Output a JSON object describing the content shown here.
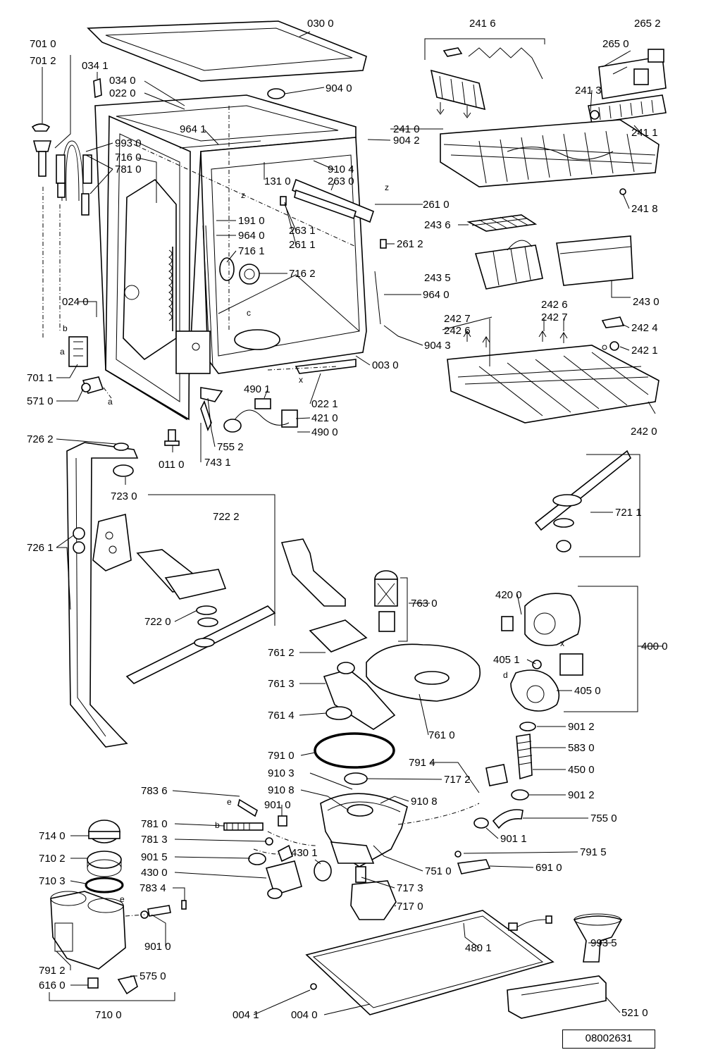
{
  "labels": {
    "l030_0": "030 0",
    "l241_6": "241 6",
    "l265_2": "265 2",
    "l265_0": "265 0",
    "l701_0": "701 0",
    "l701_2": "701 2",
    "l034_1": "034 1",
    "l034_0": "034 0",
    "l022_0": "022 0",
    "l904_0": "904 0",
    "l241_3": "241 3",
    "l241_0": "241 0",
    "l904_2": "904 2",
    "l964_1": "964 1",
    "l993_0": "993 0",
    "l716_0": "716 0",
    "l781_0a": "781 0",
    "l910_4": "910 4",
    "l263_0": "263 0",
    "l131_0": "131 0",
    "l241_1": "241 1",
    "l261_0": "261 0",
    "l241_8": "241 8",
    "l243_6": "243 6",
    "l191_0": "191 0",
    "l263_1": "263 1",
    "l964_0a": "964 0",
    "l261_1": "261 1",
    "l261_2": "261 2",
    "l716_1": "716 1",
    "l716_2": "716 2",
    "l243_5": "243 5",
    "l964_0b": "964 0",
    "l243_0": "243 0",
    "l024_0": "024 0",
    "l242_6a": "242 6",
    "l242_7a": "242 7",
    "l242_7b": "242 7",
    "l242_6b": "242 6",
    "l242_4": "242 4",
    "l904_3": "904 3",
    "l242_1": "242 1",
    "l701_1": "701 1",
    "l003_0": "003 0",
    "l571_0": "571 0",
    "l490_1": "490 1",
    "l022_1": "022 1",
    "l421_0": "421 0",
    "l490_0": "490 0",
    "l242_0": "242 0",
    "l726_2": "726 2",
    "l755_2": "755 2",
    "l011_0": "011 0",
    "l743_1": "743 1",
    "l723_0": "723 0",
    "l722_2": "722 2",
    "l721_1": "721 1",
    "l726_1": "726 1",
    "l763_0": "763 0",
    "l420_0": "420 0",
    "l722_0": "722 0",
    "l400_0": "400 0",
    "l761_2": "761 2",
    "l405_1": "405 1",
    "l761_3": "761 3",
    "l405_0": "405 0",
    "l761_4": "761 4",
    "l761_0": "761 0",
    "l901_2a": "901 2",
    "l791_0": "791 0",
    "l583_0": "583 0",
    "l450_0": "450 0",
    "l791_4": "791 4",
    "l910_3": "910 3",
    "l717_2": "717 2",
    "l910_8a": "910 8",
    "l910_8b": "910 8",
    "l783_6": "783 6",
    "l901_2b": "901 2",
    "l901_0a": "901 0",
    "l755_0": "755 0",
    "l781_0b": "781 0",
    "l901_1": "901 1",
    "l714_0": "714 0",
    "l781_3": "781 3",
    "l710_2": "710 2",
    "l901_5": "901 5",
    "l791_5": "791 5",
    "l430_1": "430 1",
    "l751_0": "751 0",
    "l430_0": "430 0",
    "l691_0": "691 0",
    "l710_3": "710 3",
    "l783_4": "783 4",
    "l717_3": "717 3",
    "l717_0": "717 0",
    "l901_0b": "901 0",
    "l480_1": "480 1",
    "l993_5": "993 5",
    "l791_2": "791 2",
    "l575_0": "575 0",
    "l616_0": "616 0",
    "l710_0": "710 0",
    "l004_1": "004 1",
    "l004_0": "004 0",
    "l521_0": "521 0"
  },
  "letters": {
    "z1": "z",
    "z2": "z",
    "c": "c",
    "b1": "b",
    "a1": "a",
    "a2": "a",
    "x1": "x",
    "x2": "x",
    "d": "d",
    "e1": "e",
    "b2": "b",
    "e2": "e"
  },
  "reference_number": "08002631"
}
